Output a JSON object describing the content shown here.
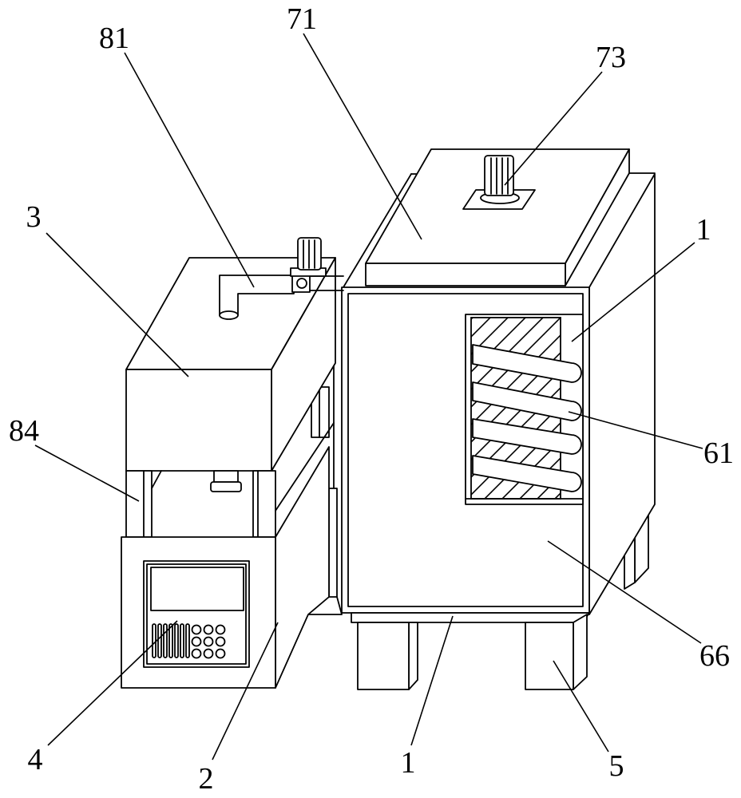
{
  "figure": {
    "colors": {
      "stroke": "#000000",
      "background": "#ffffff"
    },
    "labels": {
      "l81": "81",
      "l71": "71",
      "l73": "73",
      "l3": "3",
      "l1_top": "1",
      "l84": "84",
      "l61": "61",
      "l66": "66",
      "l4": "4",
      "l2": "2",
      "l1_bottom": "1",
      "l5": "5"
    }
  }
}
